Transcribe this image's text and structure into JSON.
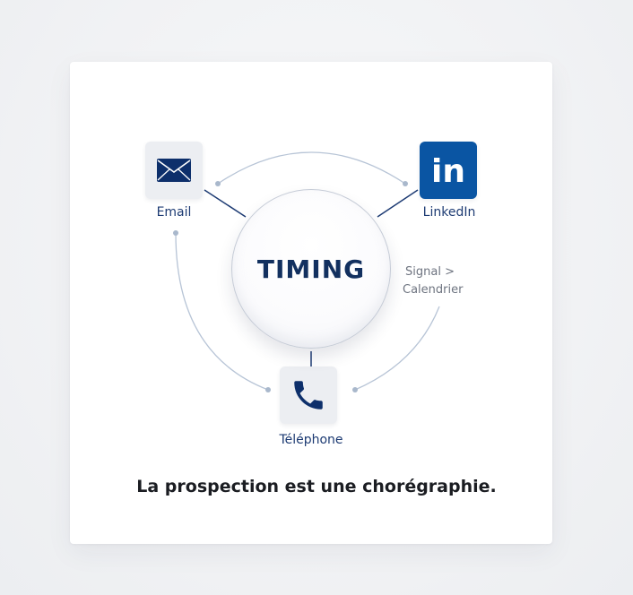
{
  "diagram": {
    "center": {
      "label": "TIMING"
    },
    "nodes": {
      "email": {
        "label": "Email",
        "icon": "envelope-icon"
      },
      "linkedin": {
        "label": "LinkedIn",
        "icon": "linkedin-logo-icon",
        "logo_text": "in"
      },
      "phone": {
        "label": "Téléphone",
        "icon": "phone-icon"
      }
    },
    "signal_note": {
      "line1": "Signal >",
      "line2": "Calendrier"
    }
  },
  "caption": "La prospection est une chorégraphie.",
  "colors": {
    "navy": "#12305f",
    "label_blue": "#1d3b73",
    "linkedin_blue": "#0a55a3",
    "connector": "#a9b8cc",
    "icon_tile": "#eceef2",
    "muted_text": "#6e7480"
  }
}
